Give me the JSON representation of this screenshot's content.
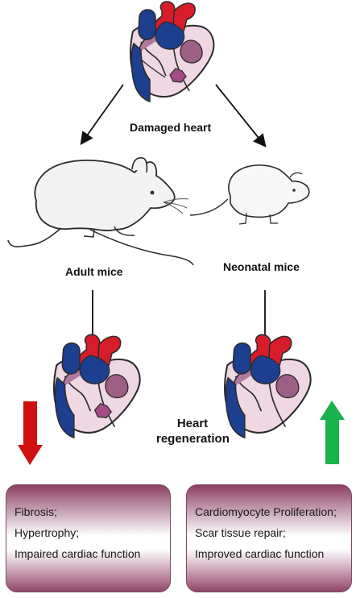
{
  "labels": {
    "damaged_heart": "Damaged heart",
    "adult_mice": "Adult mice",
    "neonatal_mice": "Neonatal mice",
    "heart_regeneration_line1": "Heart",
    "heart_regeneration_line2": "regeneration"
  },
  "adult_outcomes": [
    "Fibrosis;",
    "Hypertrophy;",
    "Impaired cardiac function"
  ],
  "neonatal_outcomes": [
    "Cardiomyocyte Proliferation;",
    "Scar tissue repair;",
    "Improved cardiac function"
  ],
  "colors": {
    "down_arrow": "#d10f0f",
    "up_arrow": "#19b34b",
    "aorta": "#d71d2a",
    "vein": "#1d3f8f",
    "heart_tissue": "#efd7e3",
    "heart_outline": "#2b2b2b"
  },
  "icons": [
    "heart-icon",
    "mouse-icon",
    "down-arrow-icon",
    "up-arrow-icon"
  ]
}
